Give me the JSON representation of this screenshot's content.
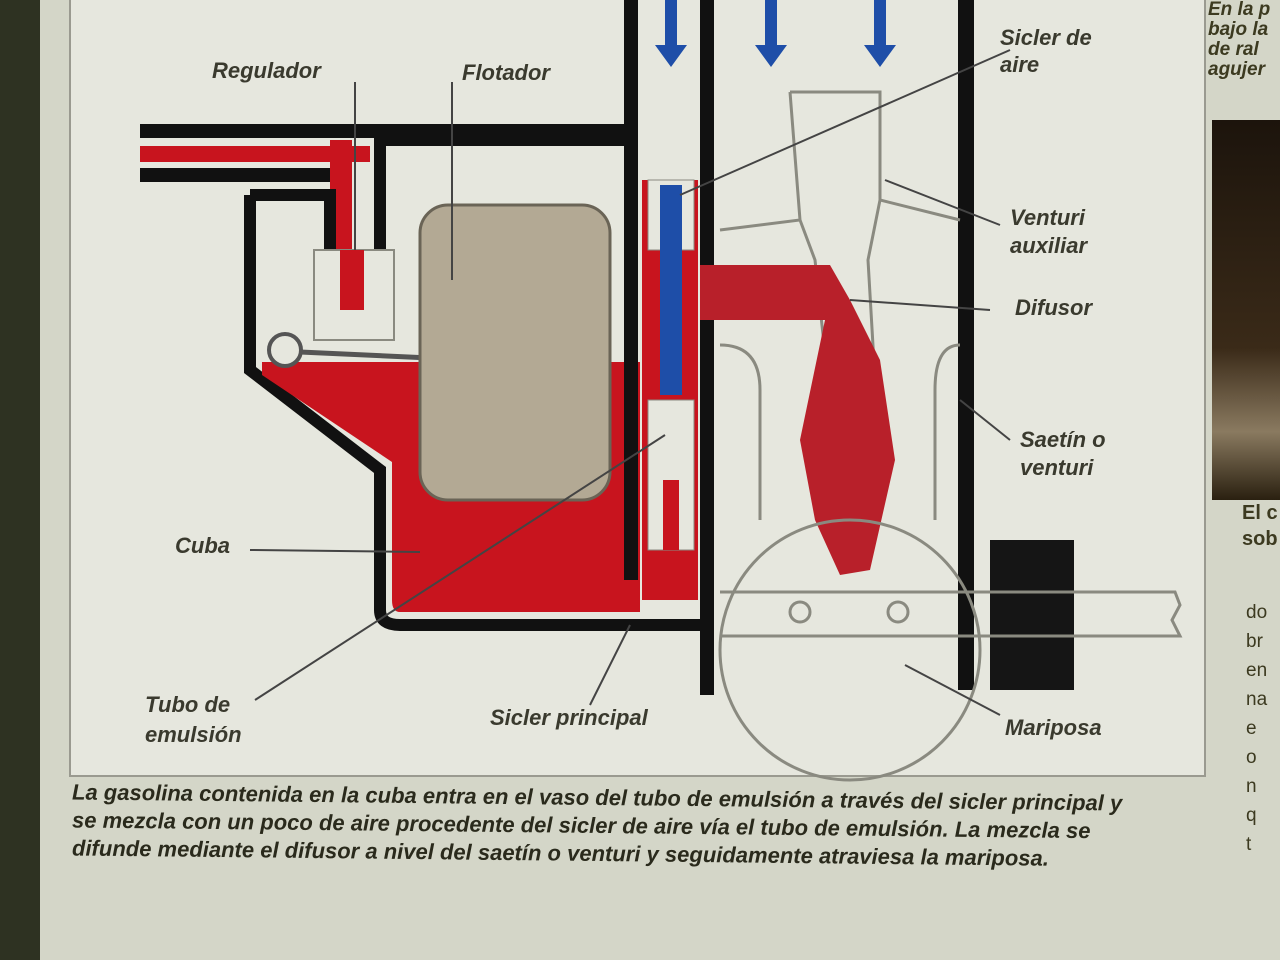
{
  "labels": {
    "regulador": "Regulador",
    "flotador": "Flotador",
    "sicler_aire_1": "Sicler de",
    "sicler_aire_2": "aire",
    "venturi_aux_1": "Venturi",
    "venturi_aux_2": "auxiliar",
    "difusor": "Difusor",
    "saetin_1": "Saetín o",
    "saetin_2": "venturi",
    "cuba": "Cuba",
    "tubo_1": "Tubo de",
    "tubo_2": "emulsión",
    "sicler_principal": "Sicler principal",
    "mariposa": "Mariposa"
  },
  "caption": "La gasolina contenida en la cuba entra en el vaso del tubo de emulsión a través del sicler principal y se mezcla con un poco de aire procedente del sicler de aire vía el tubo de emulsión. La mezcla se difunde mediante el difusor a nivel del saetín o venturi y seguidamente atraviesa la mariposa.",
  "side_column": {
    "top_text": "En la p\nbajo la\nde ral\nagujer",
    "photo_caption": "El c\nsob",
    "body_text": "do\nbr\nen\nna\ne\no\nn\nq\nt"
  },
  "colors": {
    "fuel_red": "#c8141e",
    "air_blue": "#1e4ea8",
    "float": "#b3a994"
  }
}
